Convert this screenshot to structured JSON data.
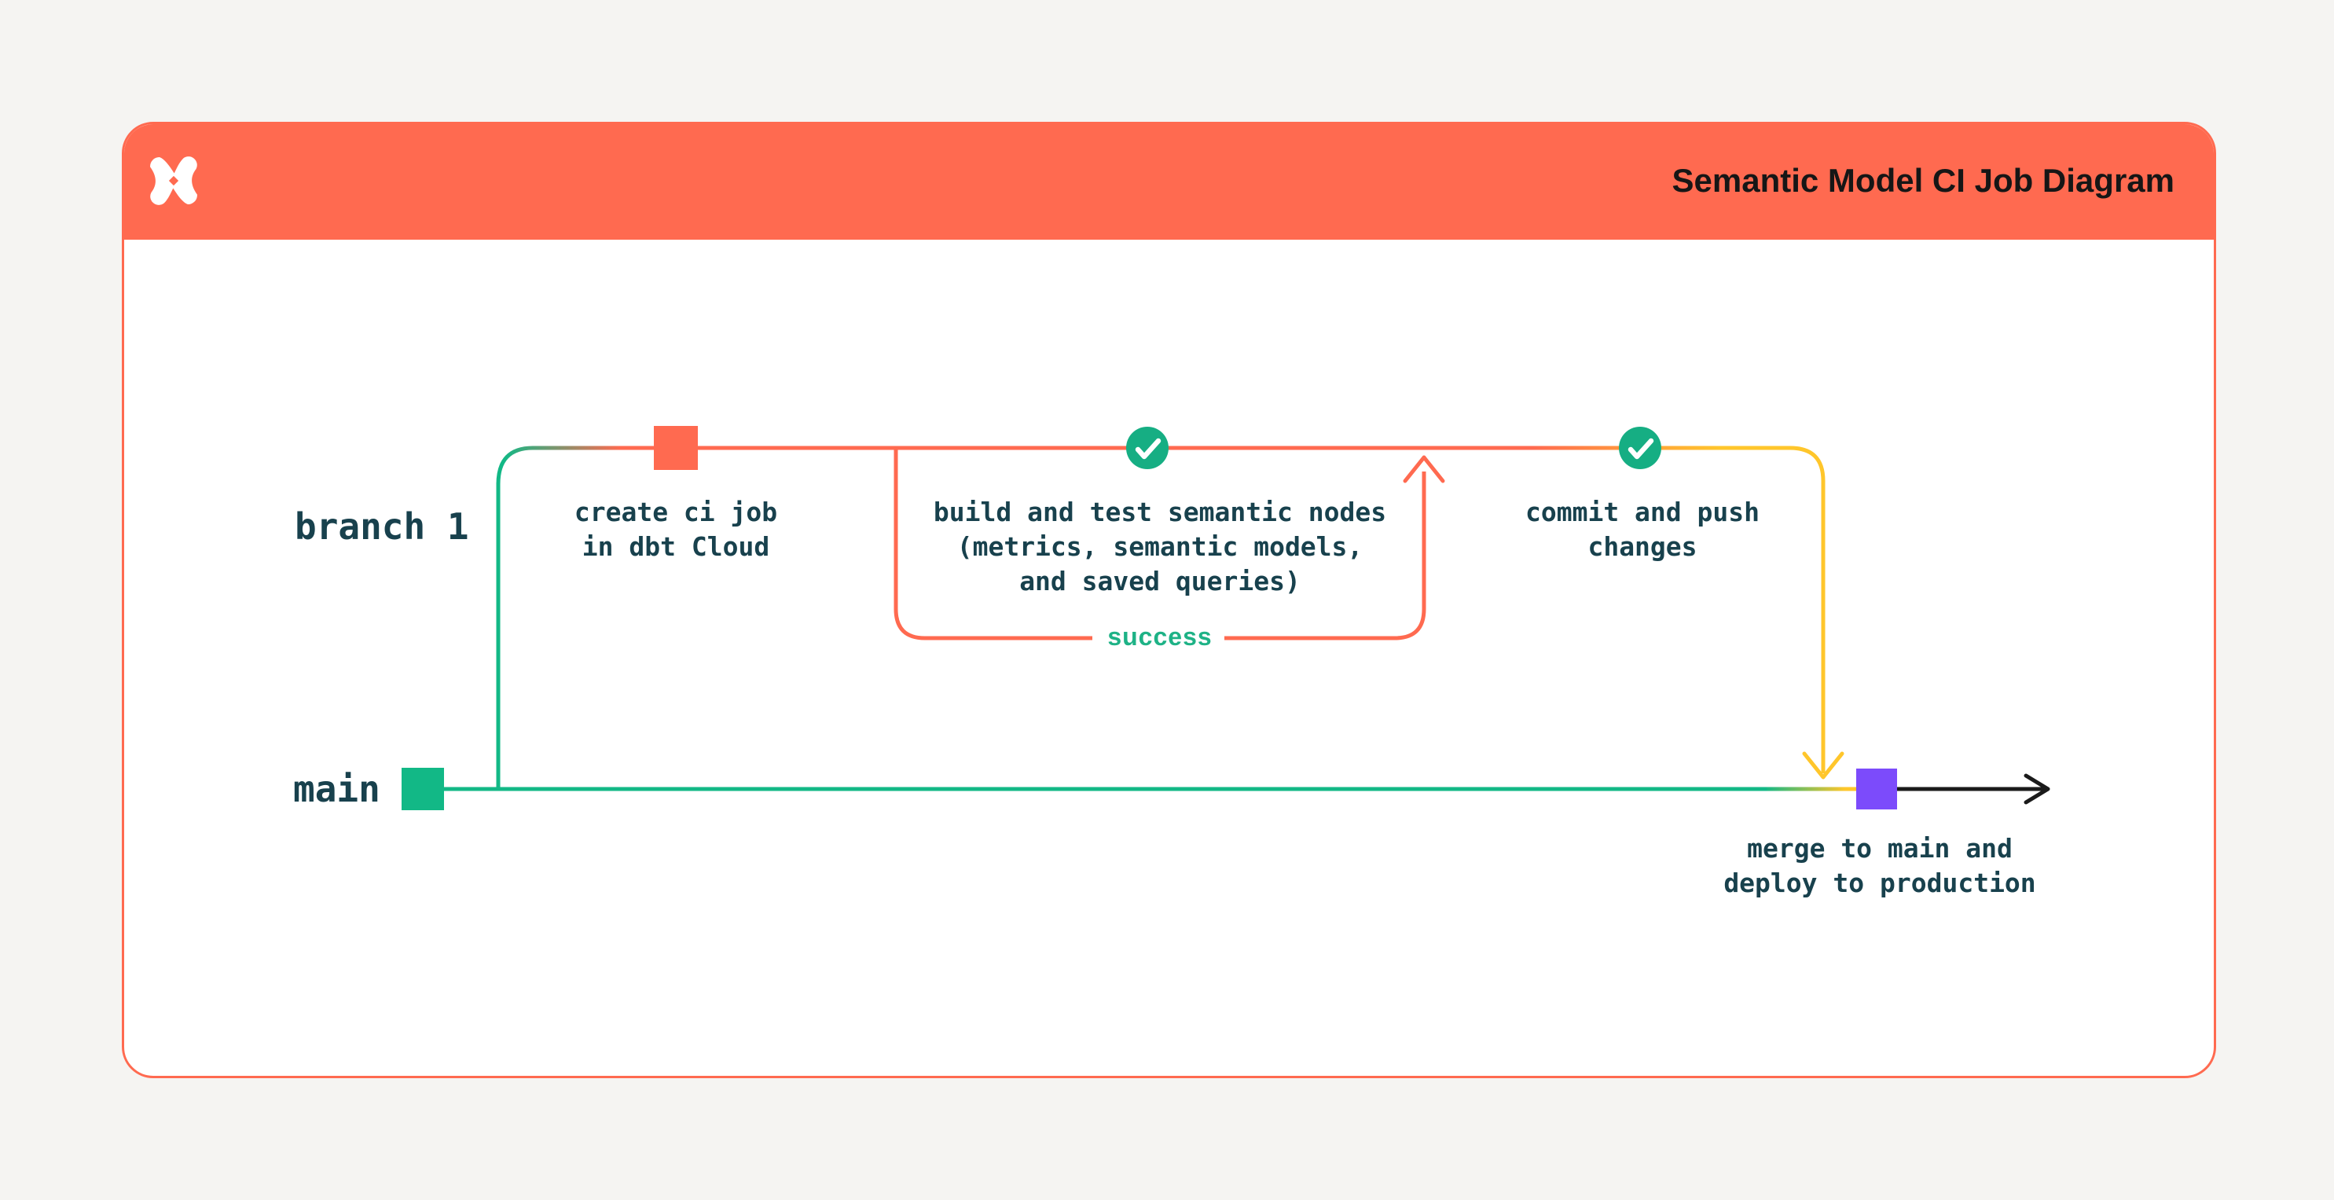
{
  "page": {
    "background_color": "#F5F4F2"
  },
  "header": {
    "title": "Semantic Model CI Job Diagram",
    "background_color": "#FF6A50",
    "title_color": "#161616",
    "logo_icon": "dbt-logo"
  },
  "lanes": {
    "branch_label": "branch 1",
    "main_label": "main",
    "label_color": "#18414D"
  },
  "nodes": {
    "create_ci_job": {
      "label": "create ci job\nin dbt Cloud",
      "marker": "orange-square-commit",
      "marker_color": "#FF6A50"
    },
    "build_and_test": {
      "label": "build and test semantic nodes\n(metrics, semantic models,\nand saved queries)",
      "marker": "check-circle",
      "marker_color": "#16AE83"
    },
    "commit_and_push": {
      "label": "commit and push\nchanges",
      "marker": "check-circle",
      "marker_color": "#16AE83"
    },
    "merge_to_main": {
      "label": "merge to main and\ndeploy to production",
      "marker": "purple-square-commit",
      "marker_color": "#7C4BFB"
    }
  },
  "annotations": {
    "success_label": "success",
    "success_color": "#1EB286"
  },
  "colors": {
    "branch_green": "#12B886",
    "flow_orange": "#FF6A50",
    "flow_yellow": "#FFC62B",
    "merge_purple": "#7C4BFB",
    "check_green": "#16AE83",
    "text_dark_teal": "#18414D",
    "arrow_black": "#1A1A1A"
  }
}
